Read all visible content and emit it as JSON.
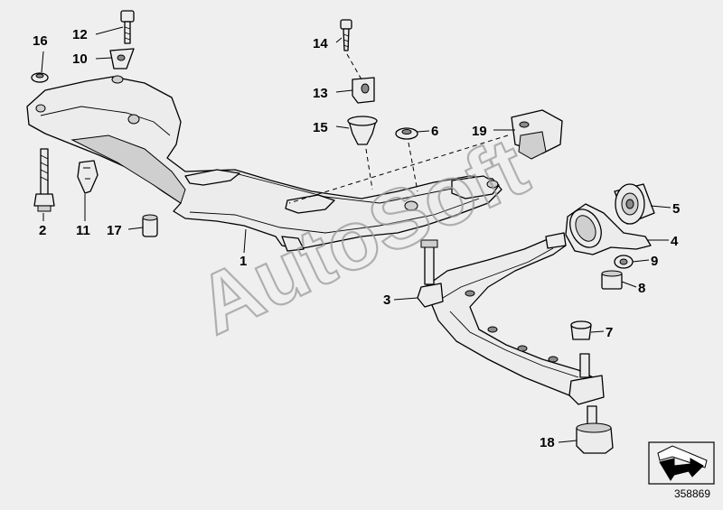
{
  "watermark": "AutoSoft",
  "diagram_number": "358869",
  "callouts": [
    "1",
    "2",
    "3",
    "4",
    "5",
    "6",
    "7",
    "8",
    "9",
    "10",
    "11",
    "12",
    "13",
    "14",
    "15",
    "16",
    "17",
    "18",
    "19"
  ],
  "icons": [
    "front-direction-arrow-icon"
  ]
}
